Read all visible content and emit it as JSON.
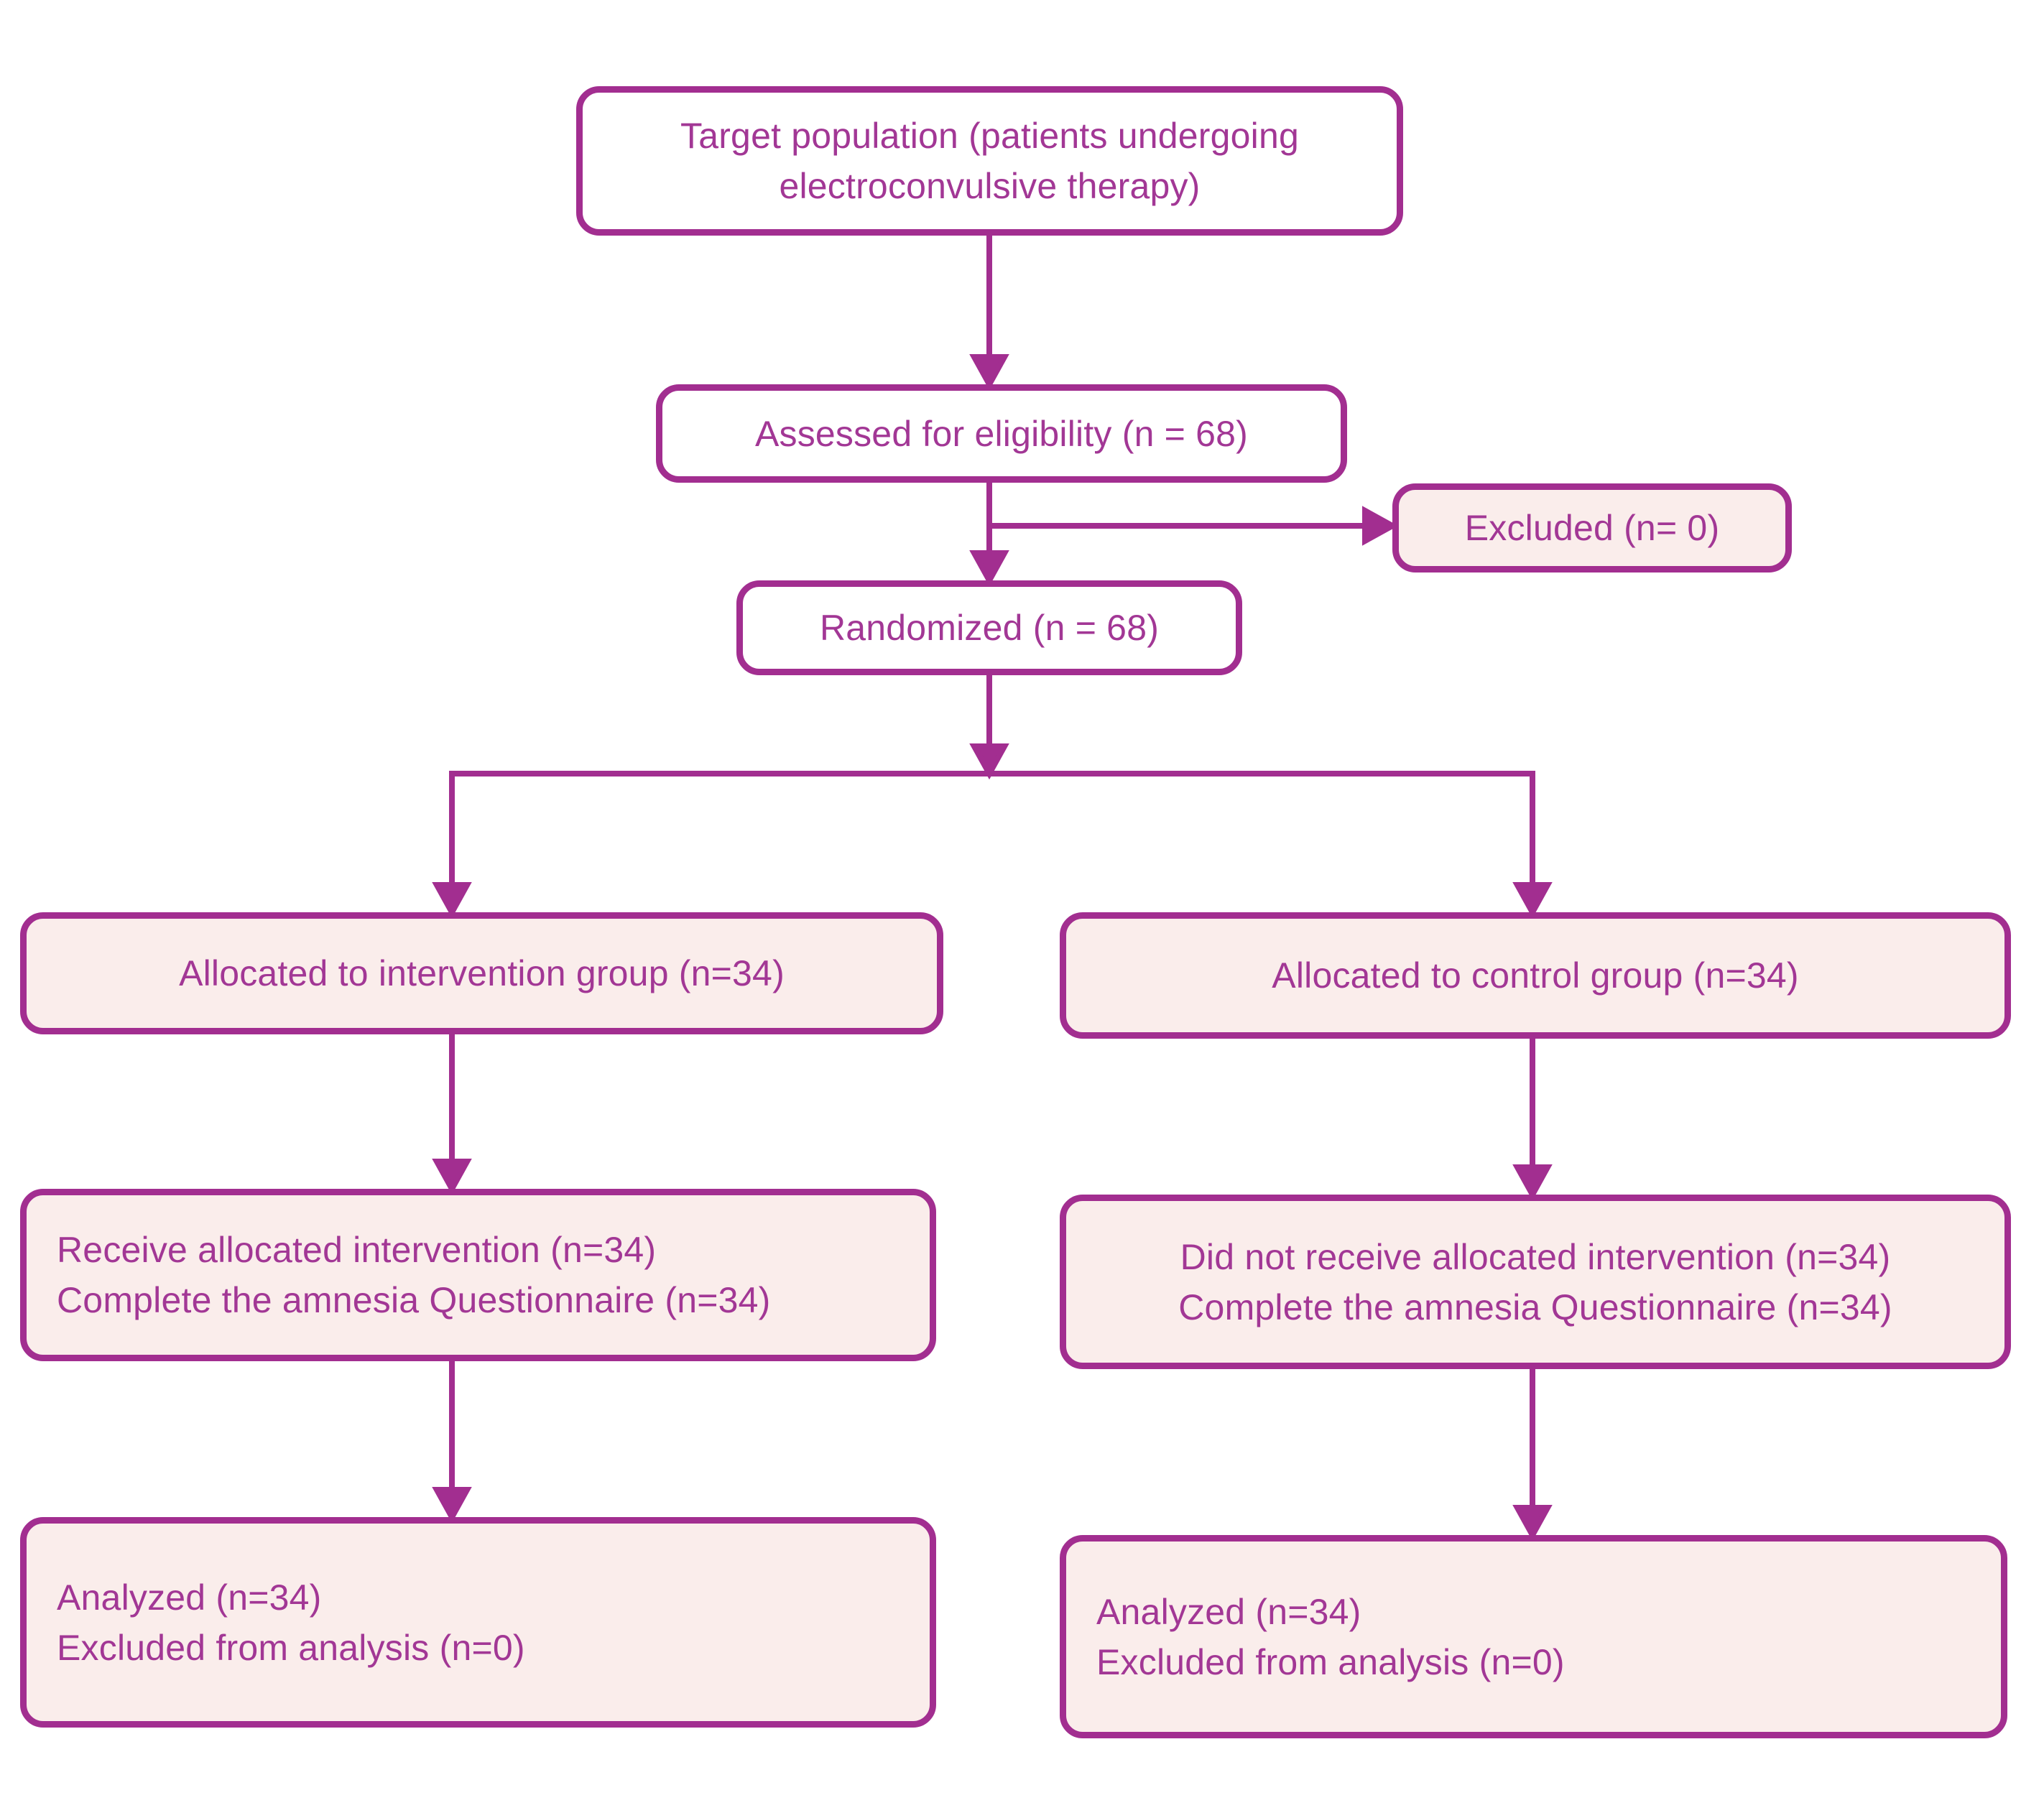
{
  "colors": {
    "accent_stroke": "#A22E90",
    "text": "#A23795",
    "box_fill_pink": "#FAEDEB",
    "box_fill_white": "#FFFFFF"
  },
  "nodes": {
    "target": {
      "line1": "Target population (patients undergoing",
      "line2": "electroconvulsive therapy)"
    },
    "assessed": {
      "text": "Assessed for eligibility (n = 68)"
    },
    "excluded": {
      "text": "Excluded (n= 0)"
    },
    "randomized": {
      "text": "Randomized (n = 68)"
    },
    "allocated_intervention": {
      "text": "Allocated to intervention group (n=34)"
    },
    "allocated_control": {
      "text": "Allocated to control group (n=34)"
    },
    "received": {
      "line1": "Receive allocated intervention (n=34)",
      "line2": "Complete the amnesia Questionnaire (n=34)"
    },
    "not_received": {
      "line1": "Did not receive allocated intervention (n=34)",
      "line2": "Complete the amnesia Questionnaire (n=34)"
    },
    "analyzed_intervention": {
      "line1": "Analyzed (n=34)",
      "line2": "Excluded from analysis (n=0)"
    },
    "analyzed_control": {
      "line1": "Analyzed (n=34)",
      "line2": "Excluded from analysis (n=0)"
    }
  }
}
